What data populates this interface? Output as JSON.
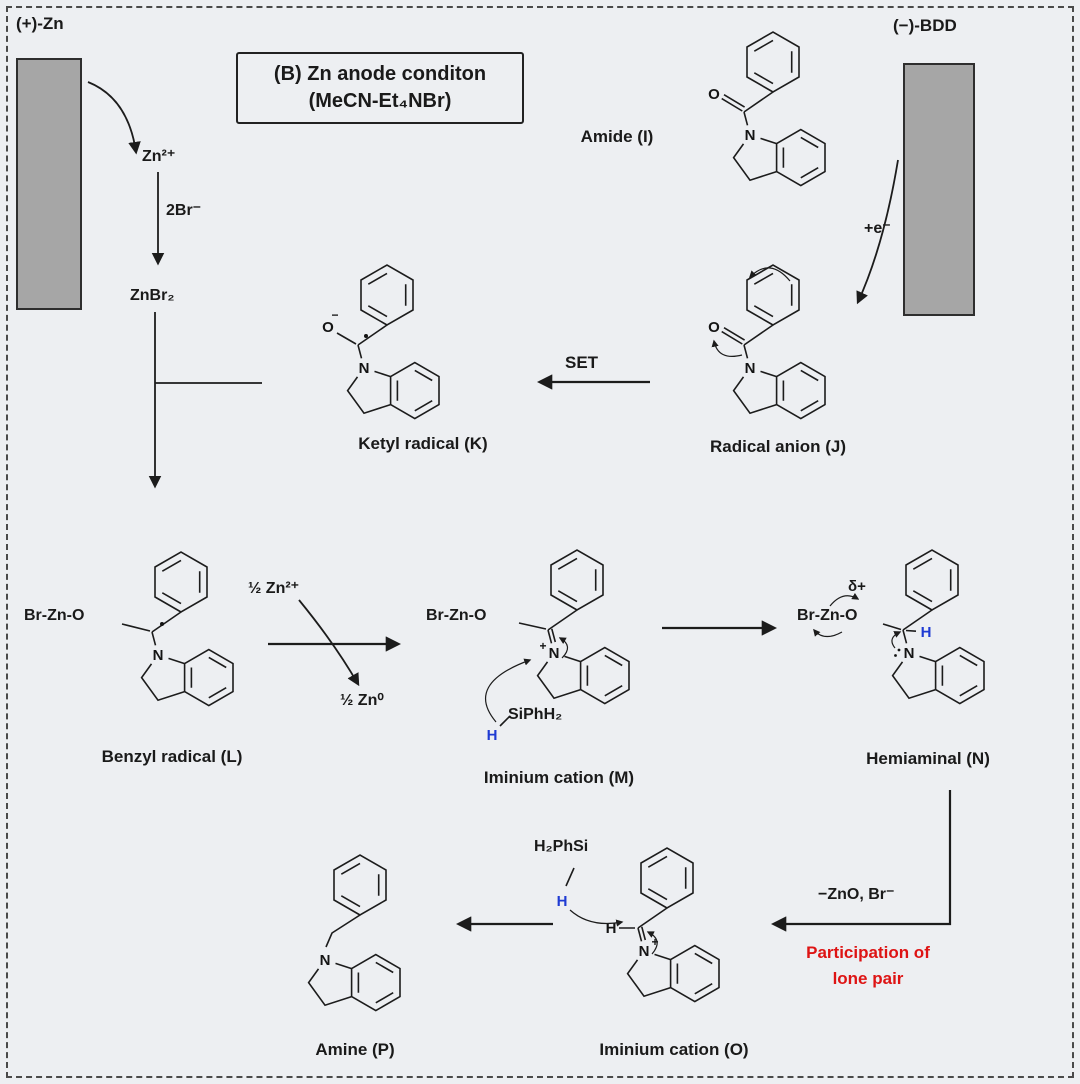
{
  "page": {
    "bg_color": "#edeff2",
    "ink_color": "#1c1c1c",
    "red_color": "#de1414",
    "blue_color": "#1f3bd3",
    "electrode_color": "#a6a6a6"
  },
  "electrodes": {
    "anode": "(+)-Zn",
    "cathode": "(−)-BDD"
  },
  "title_box": {
    "line1": "(B) Zn anode conditon",
    "line2": "(MeCN-Et₄NBr)"
  },
  "left_path": {
    "zn2": "Zn²⁺",
    "two_br": "2Br⁻",
    "znbr2": "ZnBr₂"
  },
  "cathode_path": {
    "electron": "+e⁻",
    "set": "SET"
  },
  "middle_path": {
    "half_zn2": "½ Zn²⁺",
    "half_zn0": "½ Zn⁰"
  },
  "fragments": {
    "brzno": "Br-Zn-O",
    "siphh2": "SiPhH₂",
    "h2phsi": "H₂PhSi",
    "delta_plus": "δ+",
    "zno_br": "−ZnO, Br⁻"
  },
  "notes": {
    "participation1": "Participation of",
    "participation2": "lone pair"
  },
  "structures": {
    "amide": "Amide (I)",
    "radical_anion": "Radical anion (J)",
    "ketyl": "Ketyl radical (K)",
    "benzyl": "Benzyl radical (L)",
    "iminium_m": "Iminium cation (M)",
    "hemiaminal": "Hemiaminal (N)",
    "iminium_o": "Iminium cation (O)",
    "amine": "Amine (P)"
  },
  "atoms": {
    "n": "N",
    "o": "O",
    "h": "H",
    "plus": "+",
    "minus": "−"
  }
}
